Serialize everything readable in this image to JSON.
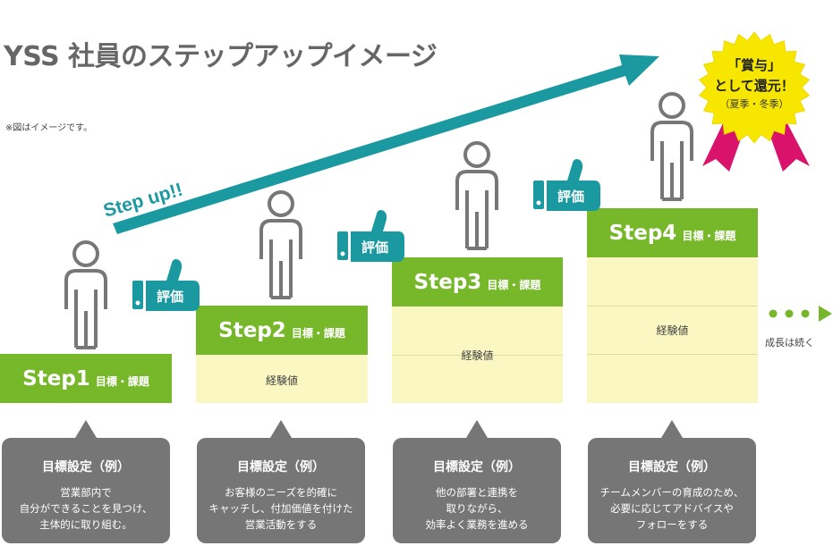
{
  "title": "YSS 社員のステップアップイメージ",
  "note": "※図はイメージです。",
  "arrow_label": "Step up!!",
  "thumb_label": "評価",
  "experience_label": "経験値",
  "continue_label": "成長は続く",
  "reward": {
    "line1": "「賞与」",
    "line2": "として還元！",
    "line3": "（夏季・冬季）"
  },
  "steps": [
    {
      "name": "Step1",
      "sub": "目標・課題"
    },
    {
      "name": "Step2",
      "sub": "目標・課題"
    },
    {
      "name": "Step3",
      "sub": "目標・課題"
    },
    {
      "name": "Step4",
      "sub": "目標・課題"
    }
  ],
  "examples": [
    {
      "title": "目標設定（例）",
      "lines": [
        "営業部内で",
        "自分ができることを見つけ、",
        "主体的に取り組む。"
      ]
    },
    {
      "title": "目標設定（例）",
      "lines": [
        "お客様のニーズを的確に",
        "キャッチし、付加価値を付けた",
        "営業活動をする"
      ]
    },
    {
      "title": "目標設定（例）",
      "lines": [
        "他の部署と連携を",
        "取りながら、",
        "効率よく業務を進める"
      ]
    },
    {
      "title": "目標設定（例）",
      "lines": [
        "チームメンバーの育成のため、",
        "必要に応じてアドバイスや",
        "フォローをする"
      ]
    }
  ],
  "colors": {
    "green": "#76b82a",
    "teal": "#1a9aa0",
    "cream": "#fbf7c3",
    "bubble": "#767676",
    "badge": "#f7e600",
    "ribbon": "#d9136c"
  }
}
